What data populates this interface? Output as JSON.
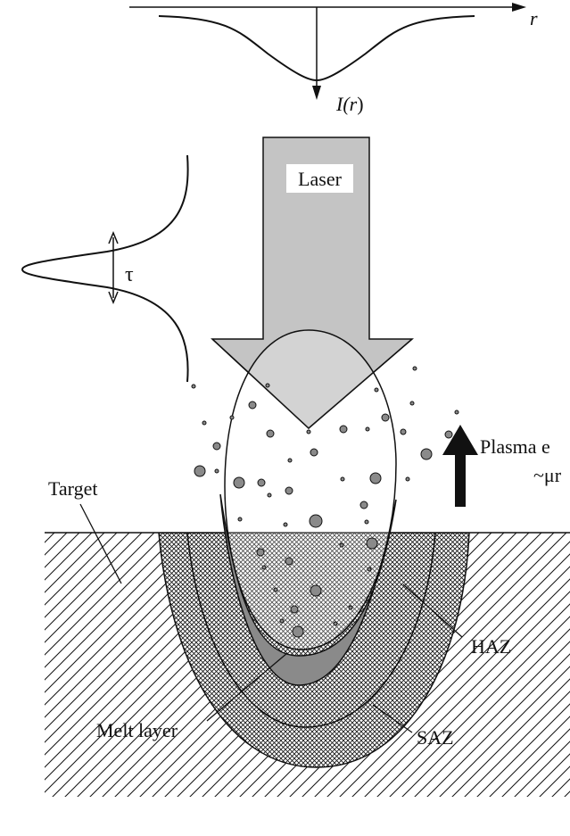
{
  "beam_profile": {
    "axis_r": "r",
    "axis_I_prefix": "I(",
    "axis_I_var": "r",
    "axis_I_suffix": ")"
  },
  "pulse": {
    "width_symbol": "τ"
  },
  "laser": {
    "label": "Laser"
  },
  "plasma": {
    "line1": "Plasma e",
    "line2": "~μr"
  },
  "labels": {
    "target": "Target",
    "haz": "HAZ",
    "melt_layer": "Melt layer",
    "saz": "SAZ"
  },
  "colors": {
    "laser_arrow": "#c4c4c4",
    "melt": "#8a8a8a",
    "ink": "#111111"
  }
}
